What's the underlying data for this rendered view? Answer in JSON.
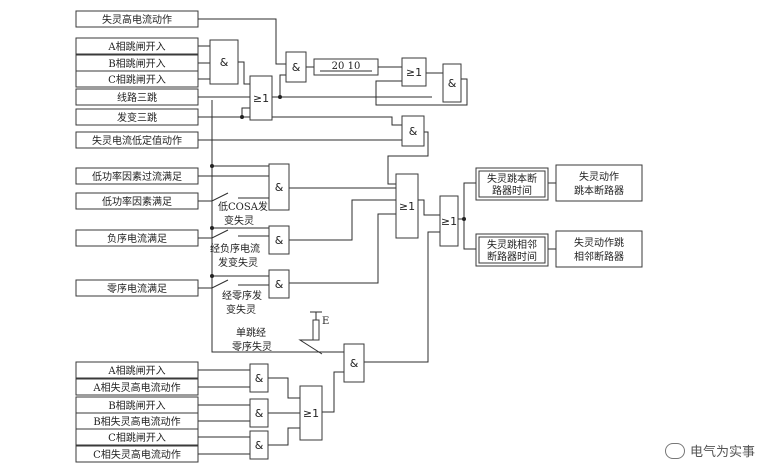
{
  "inputs": {
    "lose_high_current": "失灵高电流动作",
    "a_trip_in": "A相跳闸开入",
    "b_trip_in": "B相跳闸开入",
    "c_trip_in": "C相跳闸开入",
    "line_three_trip": "线路三跳",
    "xfmr_three_trip": "发变三跳",
    "lose_low_current": "失灵电流低定值动作",
    "low_pf_current": "低功率因素过流满足",
    "low_pf_factor": "低功率因素满足",
    "neg_seq_current": "负序电流满足",
    "zero_seq_current": "零序电流满足",
    "a_trip_in_2": "A相跳闸开入",
    "a_lose_high": "A相失灵高电流动作",
    "b_trip_in_2": "B相跳闸开入",
    "b_lose_high": "B相失灵高电流动作",
    "c_trip_in_2": "C相跳闸开入",
    "c_lose_high": "C相失灵高电流动作"
  },
  "switch_labels": {
    "low_cos": "低COSA发变失灵",
    "neg_seq": "经负序电流发变失灵",
    "zero_seq": "经零序发变失灵",
    "single_trip": "单跳经零序失灵"
  },
  "timer": {
    "value": "20 10"
  },
  "gate_symbols": {
    "and": "&",
    "or": "≥1"
  },
  "terminal_label": "E",
  "delay_boxes": {
    "own_breaker_time": "失灵跳本断路器时间",
    "adjacent_breaker_time": "失灵跳相邻断路器时间"
  },
  "outputs": {
    "trip_own": "失灵动作跳本断路器",
    "trip_adjacent": "失灵动作跳相邻断路器"
  },
  "watermark": "电气为实事"
}
